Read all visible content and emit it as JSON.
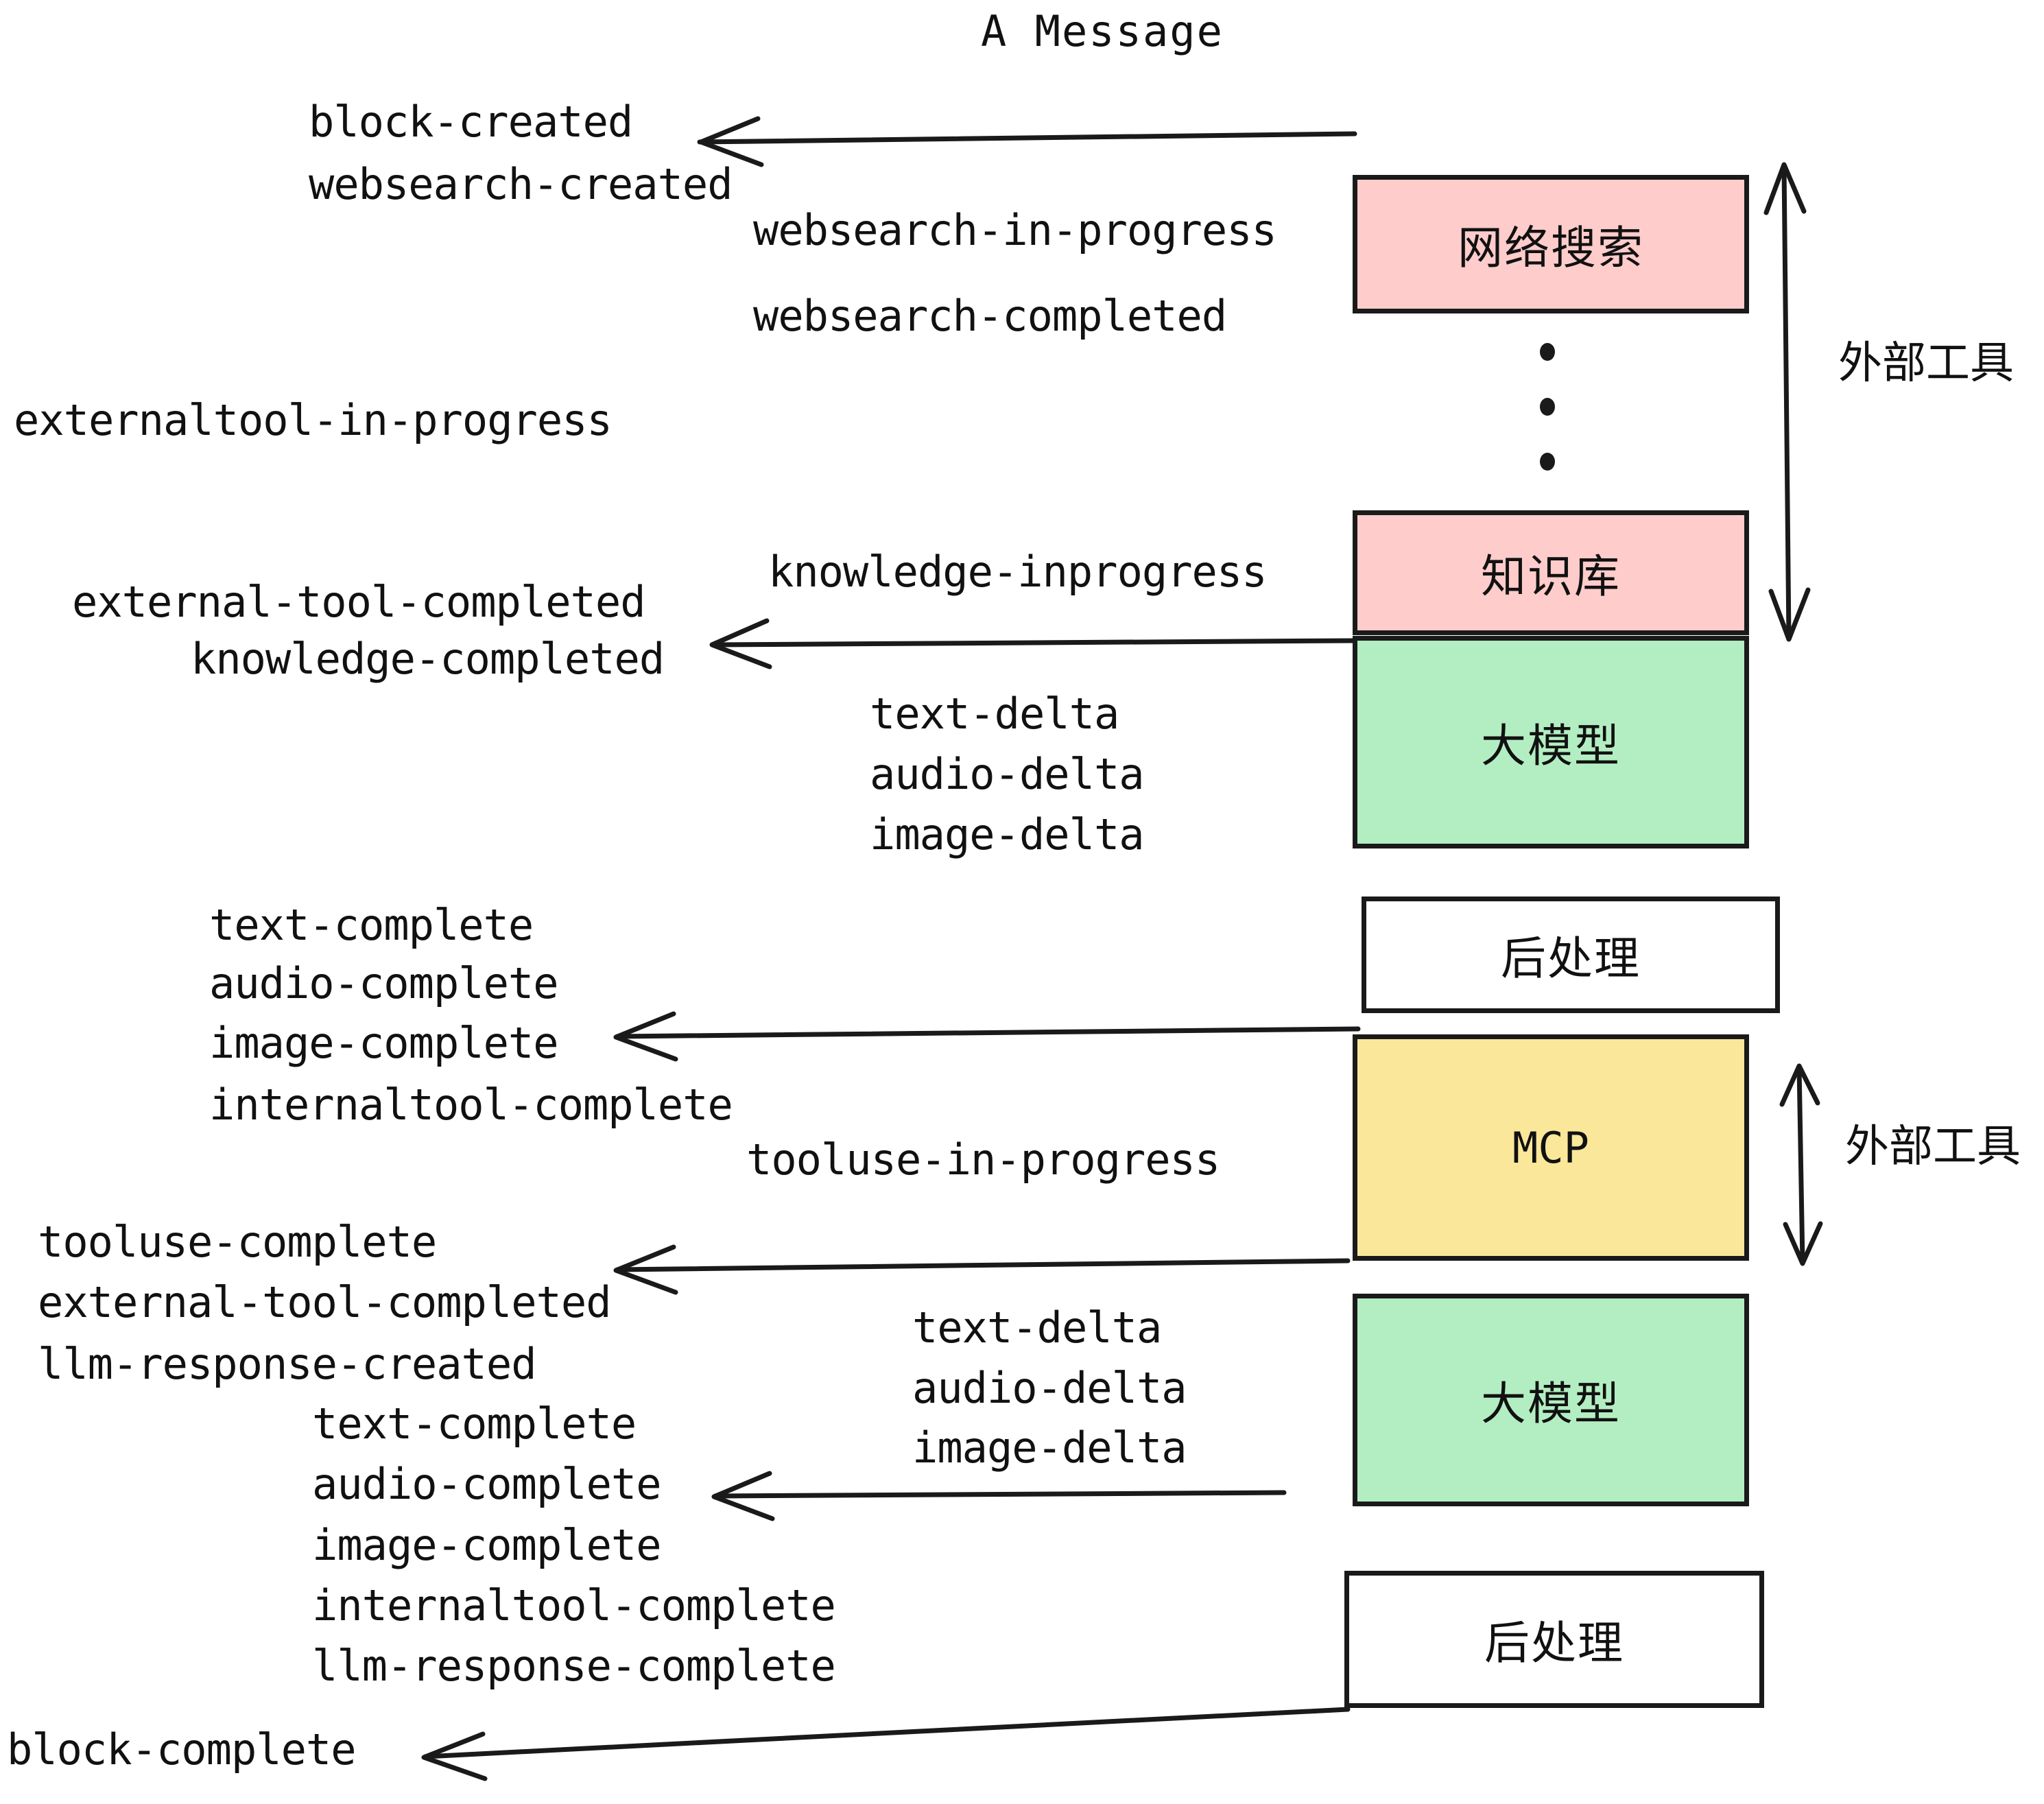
{
  "title": "A Message",
  "events": {
    "block_created": "block-created",
    "websearch_created": "websearch-created",
    "websearch_in_progress": "websearch-in-progress",
    "websearch_completed": "websearch-completed",
    "externaltool_in_progress": "externaltool-in-progress",
    "knowledge_inprogress": "knowledge-inprogress",
    "external_tool_completed_1": "external-tool-completed",
    "knowledge_completed": "knowledge-completed",
    "text_delta_1": "text-delta",
    "audio_delta_1": "audio-delta",
    "image_delta_1": "image-delta",
    "text_complete_1": "text-complete",
    "audio_complete_1": "audio-complete",
    "image_complete_1": "image-complete",
    "internaltool_complete_1": "internaltool-complete",
    "tooluse_in_progress": "tooluse-in-progress",
    "tooluse_complete": "tooluse-complete",
    "external_tool_completed_2": "external-tool-completed",
    "llm_response_created": "llm-response-created",
    "text_delta_2": "text-delta",
    "audio_delta_2": "audio-delta",
    "image_delta_2": "image-delta",
    "text_complete_2": "text-complete",
    "audio_complete_2": "audio-complete",
    "image_complete_2": "image-complete",
    "internaltool_complete_2": "internaltool-complete",
    "llm_response_complete": "llm-response-complete",
    "block_complete": "block-complete"
  },
  "nodes": {
    "websearch": "网络搜索",
    "knowledge": "知识库",
    "llm_1": "大模型",
    "postprocess_1": "后处理",
    "mcp": "MCP",
    "llm_2": "大模型",
    "postprocess_2": "后处理"
  },
  "annotations": {
    "external_tool_top": "外部工具",
    "external_tool_bottom": "外部工具"
  },
  "colors": {
    "pink": "#fdcccb",
    "green": "#b3eec2",
    "yellow": "#fae79a",
    "white": "#ffffff",
    "stroke": "#1a1a1a",
    "text": "#111111",
    "background": "#ffffff"
  }
}
